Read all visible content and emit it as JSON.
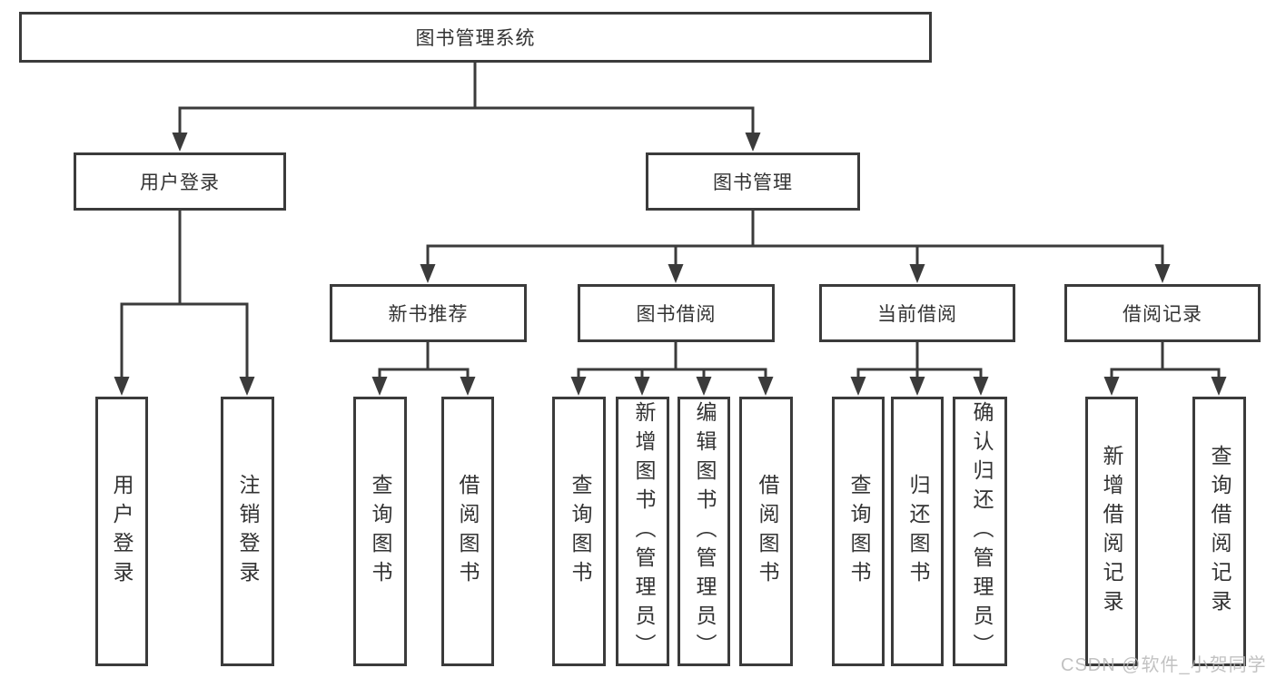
{
  "title": "图书管理系统",
  "branches": {
    "user_login": {
      "label": "用户登录",
      "children": [
        "用户登录",
        "注销登录"
      ]
    },
    "book_management": {
      "label": "图书管理",
      "sections": [
        {
          "label": "新书推荐",
          "children": [
            "查询图书",
            "借阅图书"
          ]
        },
        {
          "label": "图书借阅",
          "children": [
            "查询图书",
            "新增图书（管理员）",
            "编辑图书（管理员）",
            "借阅图书"
          ]
        },
        {
          "label": "当前借阅",
          "children": [
            "查询图书",
            "归还图书",
            "确认归还（管理员）"
          ]
        },
        {
          "label": "借阅记录",
          "children": [
            "新增借阅记录",
            "查询借阅记录"
          ]
        }
      ]
    }
  },
  "watermark": "CSDN @软件_小贺同学",
  "colors": {
    "line": "#3b3b3b",
    "box_border": "#3b3b3b",
    "text": "#333333",
    "watermark": "#b8b8b8",
    "background": "#ffffff"
  }
}
